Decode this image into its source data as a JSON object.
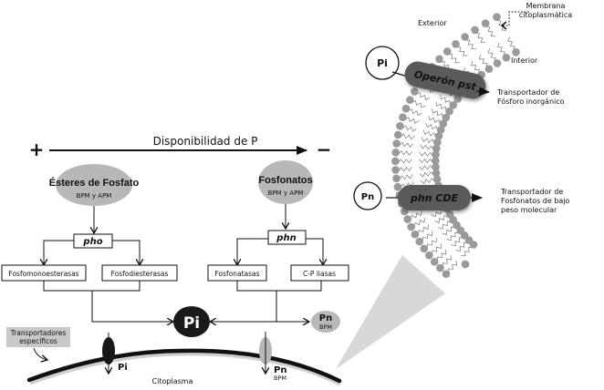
{
  "availability": {
    "plus": "+",
    "minus": "−",
    "label": "Disponibilidad de P"
  },
  "left_branch": {
    "source_title": "Ésteres de Fosfato",
    "source_sub": "BPM y APM",
    "gene": "pho",
    "enzymes": [
      "Fosfomonoesterasas",
      "Fosfodiesterasas"
    ]
  },
  "right_branch": {
    "source_title": "Fosfonatos",
    "source_sub": "BPM y APM",
    "gene": "phn",
    "enzymes": [
      "Fosfonatasas",
      "C-P liasas"
    ]
  },
  "center": {
    "pi": "Pi",
    "pn_title": "Pn",
    "pn_sub": "BPM"
  },
  "cell": {
    "transporters_label_line1": "Transportadores",
    "transporters_label_line2": "específicos",
    "pi_transport": "Pi",
    "pn_transport_title": "Pn",
    "pn_transport_sub": "BPM",
    "cytoplasm": "Citoplasma"
  },
  "membrane_detail": {
    "membrane_label_line1": "Membrana",
    "membrane_label_line2": "citoplasmática",
    "exterior": "Exterior",
    "interior": "Interior",
    "pi_circle": "Pi",
    "pn_circle": "Pn",
    "operon_pst": "Operón pst",
    "phn_cde": "phn CDE",
    "pst_desc_line1": "Transportador de",
    "pst_desc_line2": "Fósforo inorgánico",
    "phn_desc_line1": "Transportador de",
    "phn_desc_line2": "Fosfonatos de bajo",
    "phn_desc_line3": "peso molecular"
  },
  "colors": {
    "ellipse_gray": "#b8b8b8",
    "dark": "#1a1a1a",
    "operon_fill": "#5a5a5a",
    "lipid_head": "#9a9a9a",
    "zoom_wedge": "#d8d8d8",
    "label_box": "#c8c8c8"
  }
}
